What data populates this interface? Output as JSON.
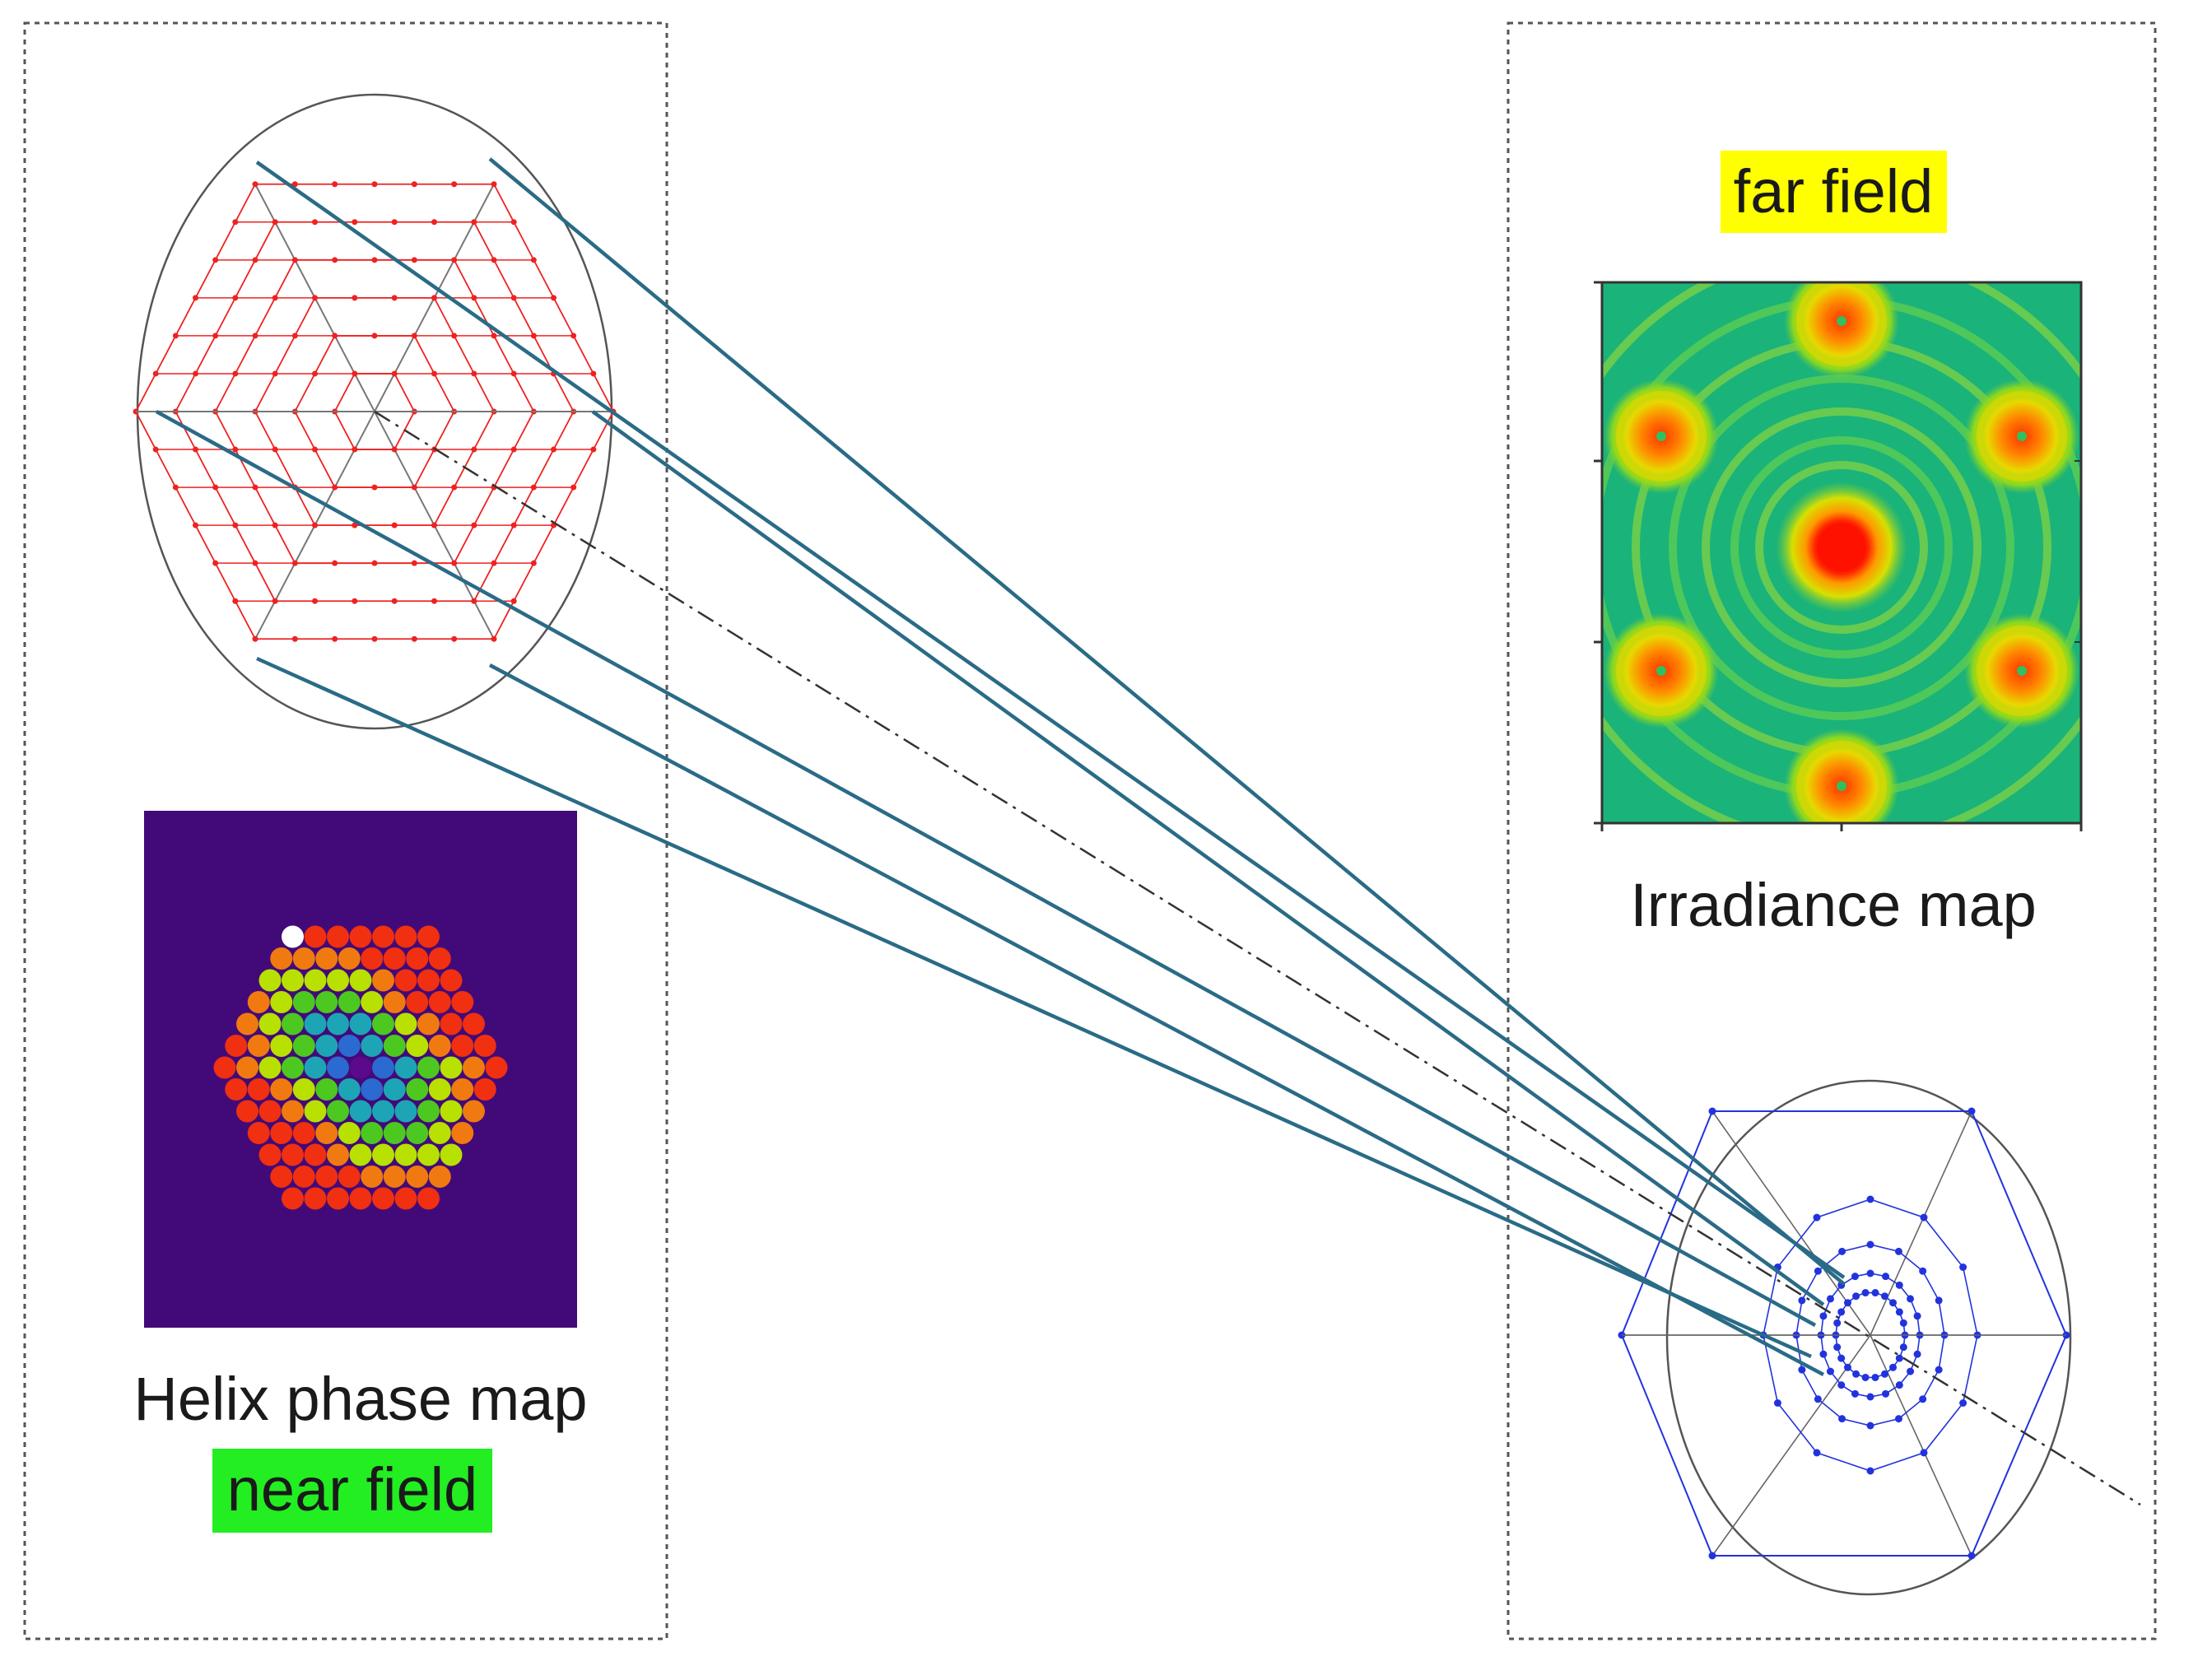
{
  "near_field": {
    "caption": "Helix phase map",
    "tag": "near field",
    "tag_color": "#22ee22"
  },
  "far_field": {
    "caption": "Irradiance map",
    "tag": "far field",
    "tag_color": "#ffff00"
  },
  "colors": {
    "beam_line": "#2a6b86",
    "axis_line": "#333333",
    "near_grid": "#ee2222",
    "far_grid": "#2233dd",
    "phase_bg": "#420a78",
    "irradiance_bg": "#1ab37a"
  }
}
